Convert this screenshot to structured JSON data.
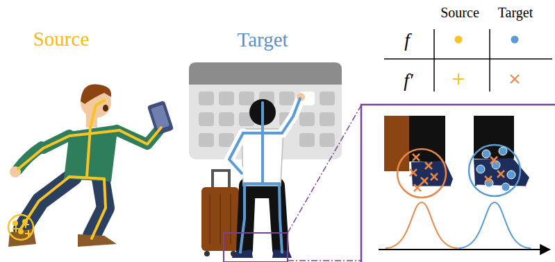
{
  "diagram": {
    "labels": [
      "Source",
      "Target",
      "Source",
      "Target",
      "f",
      "f′"
    ]
  }
}
